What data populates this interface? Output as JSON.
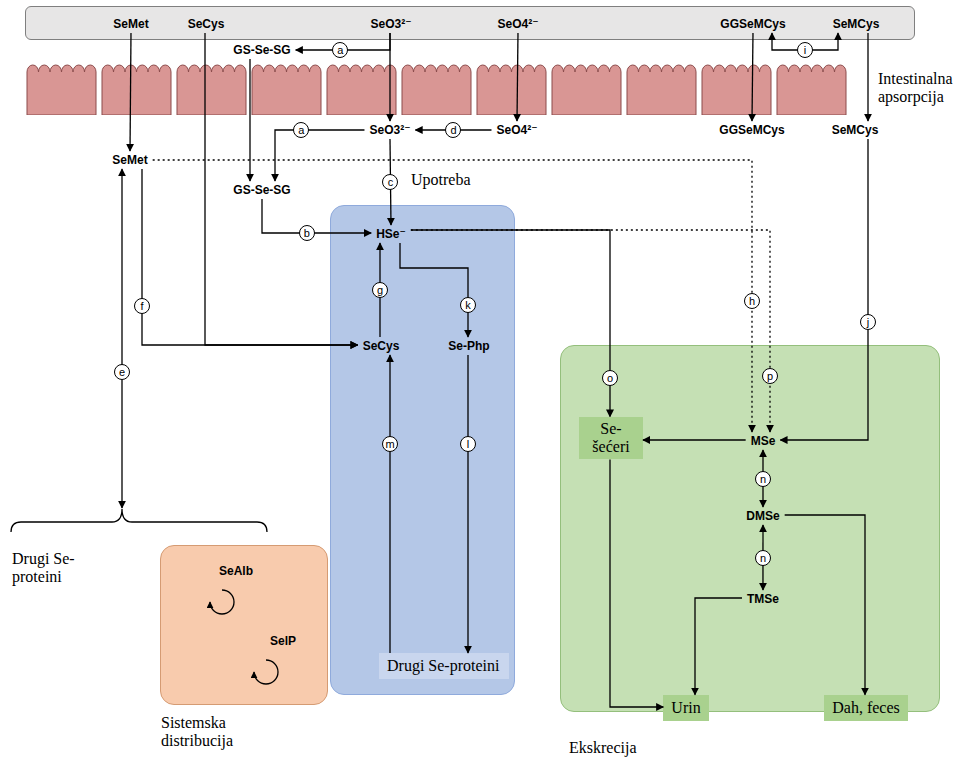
{
  "diagram": {
    "nodes": [
      {
        "text": []
      },
      {
        "text": [
          "SeMet"
        ],
        "in": 0
      },
      {
        "text": [
          "SeCys"
        ],
        "in": 0
      },
      {
        "text": [
          "SeO3²⁻"
        ],
        "in": 0
      },
      {
        "text": [
          "SeO4²⁻"
        ],
        "in": 0
      },
      {
        "text": [
          "GGSeMCys"
        ],
        "in": 0
      },
      {
        "text": [
          "SeMCys"
        ],
        "in": 0
      },
      {
        "text": [
          "GS-Se-SG"
        ]
      },
      {
        "text": [
          "SeMet"
        ]
      },
      {
        "text": [
          "GS-Se-SG"
        ]
      },
      {
        "text": [
          "SeO3²⁻"
        ]
      },
      {
        "text": [
          "SeO4²⁻"
        ]
      },
      {
        "text": [
          "GGSeMCys"
        ]
      },
      {
        "text": [
          "SeMCys"
        ]
      },
      {
        "text": [
          "Upotreba"
        ]
      },
      {
        "text": [
          "HSe⁻"
        ],
        "in": 14
      },
      {
        "text": [
          "SeCys"
        ],
        "in": 14
      },
      {
        "text": [
          "Se-Php"
        ],
        "in": 14
      },
      {
        "text": [
          "Drugi Se-proteini"
        ],
        "in": 14
      },
      {
        "text": [
          "Drugi Se-proteini"
        ]
      },
      {
        "text": [
          "Sistemska distribucija"
        ]
      },
      {
        "text": [
          "SeAlb"
        ],
        "in": 20
      },
      {
        "text": [
          "SelP"
        ],
        "in": 20
      },
      {
        "text": [
          "Ekskrecija"
        ]
      },
      {
        "text": [
          "Se-šećeri"
        ],
        "in": 23
      },
      {
        "text": [
          "MSe"
        ],
        "in": 23
      },
      {
        "text": [
          "DMSe"
        ],
        "in": 23
      },
      {
        "text": [
          "TMSe"
        ],
        "in": 23
      },
      {
        "text": [
          "Urin"
        ],
        "in": 23
      },
      {
        "text": [
          "Dah, feces"
        ],
        "in": 23
      }
    ],
    "edges": [
      {
        "from": 1,
        "to": 8,
        "arrow": "to"
      },
      {
        "from": 2,
        "to": 16,
        "arrow": "to"
      },
      {
        "from": 3,
        "to": 7,
        "label": "a",
        "arrow": "to"
      },
      {
        "from": 3,
        "to": 10,
        "arrow": "to"
      },
      {
        "from": 4,
        "to": 11,
        "arrow": "to"
      },
      {
        "from": 11,
        "to": 10,
        "label": "d",
        "arrow": "to"
      },
      {
        "from": 7,
        "to": 9,
        "arrow": "to"
      },
      {
        "from": 10,
        "to": 9,
        "label": "a",
        "arrow": "to"
      },
      {
        "from": 9,
        "to": 15,
        "label": "b",
        "arrow": "to"
      },
      {
        "from": 10,
        "to": 15,
        "label": "c",
        "arrow": "to"
      },
      {
        "from": 5,
        "to": 6,
        "label": "i",
        "arrow": "both"
      },
      {
        "from": 5,
        "to": 12,
        "arrow": "to"
      },
      {
        "from": 6,
        "to": 13,
        "arrow": "to"
      },
      {
        "from": 13,
        "to": 25,
        "label": "j",
        "arrow": "to"
      },
      {
        "from": 8,
        "to": 25,
        "label": "h",
        "arrow": "to"
      },
      {
        "from": 8,
        "to": 19,
        "label": "e",
        "arrow": "both"
      },
      {
        "from": 8,
        "to": 16,
        "label": "f",
        "arrow": "to"
      },
      {
        "from": 16,
        "to": 15,
        "label": "g",
        "arrow": "to"
      },
      {
        "from": 15,
        "to": 17,
        "label": "k",
        "arrow": "to"
      },
      {
        "from": 17,
        "to": 18,
        "label": "l",
        "arrow": "to"
      },
      {
        "from": 18,
        "to": 16,
        "label": "m",
        "arrow": "to"
      },
      {
        "from": 15,
        "to": 24,
        "label": "o",
        "arrow": "to"
      },
      {
        "from": 15,
        "to": 25,
        "label": "p",
        "arrow": "to"
      },
      {
        "from": 25,
        "to": 24,
        "arrow": "to"
      },
      {
        "from": 25,
        "to": 26,
        "label": "n",
        "arrow": "both"
      },
      {
        "from": 26,
        "to": 27,
        "label": "n",
        "arrow": "both"
      },
      {
        "from": 27,
        "to": 28,
        "arrow": "to"
      },
      {
        "from": 24,
        "to": 28,
        "arrow": "to"
      },
      {
        "from": 26,
        "to": 29,
        "arrow": "to"
      }
    ],
    "labels": [
      "Intestinalna apsorpcija"
    ]
  }
}
